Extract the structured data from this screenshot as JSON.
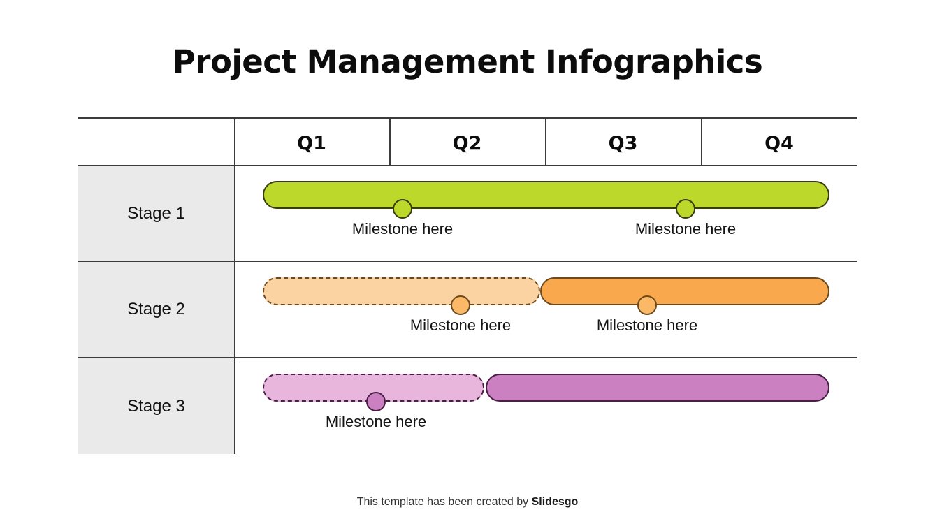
{
  "title": "Project Management Infographics",
  "table": {
    "quarters": [
      {
        "label": "Q1"
      },
      {
        "label": "Q2"
      },
      {
        "label": "Q3"
      },
      {
        "label": "Q4"
      }
    ],
    "stages": [
      {
        "label": "Stage 1"
      },
      {
        "label": "Stage 2"
      },
      {
        "label": "Stage 3"
      }
    ]
  },
  "milestones": {
    "stage1_a": "Milestone here",
    "stage1_b": "Milestone here",
    "stage2_a": "Milestone here",
    "stage2_b": "Milestone here",
    "stage3_a": "Milestone here"
  },
  "footer": {
    "text": "This template has been created by ",
    "brand": "Slidesgo"
  },
  "colors": {
    "green_fill": "#bcd92b",
    "green_stroke": "#3a3a12",
    "orange_light_fill": "#fbd2a2",
    "orange_fill": "#f9a84d",
    "orange_marker": "#fbb968",
    "orange_stroke": "#6b4a1e",
    "purple_light_fill": "#e8b6dd",
    "purple_fill": "#ca80c1",
    "purple_stroke": "#4a1f45",
    "stage_cell_bg": "#eaeaea",
    "grid_line": "#3b3b3b",
    "text": "#111111",
    "background": "#ffffff"
  },
  "chart_data": {
    "type": "bar",
    "title": "Project Management Infographics",
    "xlabel": "",
    "ylabel": "",
    "categories": [
      "Q1",
      "Q2",
      "Q3",
      "Q4"
    ],
    "axis_note": "Horizontal Gantt timeline; x axis divided into 4 equal quarter columns",
    "grid": true,
    "legend": "none",
    "series": [
      {
        "name": "Stage 1",
        "segments": [
          {
            "style": "solid",
            "color": "#bcd92b",
            "start_quarter": 1.2,
            "end_quarter": 4.85
          }
        ],
        "milestones": [
          {
            "label": "Milestone here",
            "quarter_position": 2.0
          },
          {
            "label": "Milestone here",
            "quarter_position": 3.82
          }
        ]
      },
      {
        "name": "Stage 2",
        "segments": [
          {
            "style": "dashed",
            "color": "#fbd2a2",
            "start_quarter": 1.2,
            "end_quarter": 2.96
          },
          {
            "style": "solid",
            "color": "#f9a84d",
            "start_quarter": 2.96,
            "end_quarter": 4.85
          }
        ],
        "milestones": [
          {
            "label": "Milestone here",
            "quarter_position": 2.4
          },
          {
            "label": "Milestone here",
            "quarter_position": 3.6
          }
        ]
      },
      {
        "name": "Stage 3",
        "segments": [
          {
            "style": "dashed",
            "color": "#e8b6dd",
            "start_quarter": 1.2,
            "end_quarter": 2.6
          },
          {
            "style": "solid",
            "color": "#ca80c1",
            "start_quarter": 2.6,
            "end_quarter": 4.85
          }
        ],
        "milestones": [
          {
            "label": "Milestone here",
            "quarter_position": 1.85
          }
        ]
      }
    ]
  }
}
